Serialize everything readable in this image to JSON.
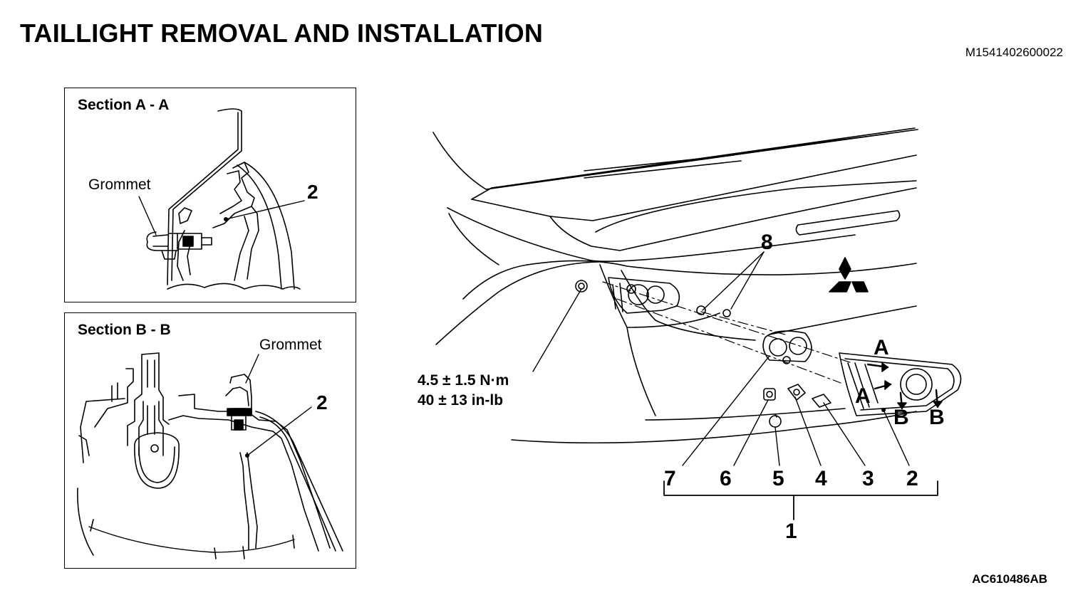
{
  "title": "TAILLIGHT REMOVAL AND INSTALLATION",
  "document_code": "M1541402600022",
  "figure_code": "AC610486AB",
  "section_a": {
    "title": "Section A - A",
    "grommet_label": "Grommet",
    "callout": "2"
  },
  "section_b": {
    "title": "Section B - B",
    "grommet_label": "Grommet",
    "callout": "2"
  },
  "torque_spec": {
    "line1": "4.5 ± 1.5 N·m",
    "line2": "40 ± 13 in-lb"
  },
  "callouts": {
    "c1": "1",
    "c2": "2",
    "c3": "3",
    "c4": "4",
    "c5": "5",
    "c6": "6",
    "c7": "7",
    "c8": "8"
  },
  "section_markers": {
    "a_top": "A",
    "a_bottom": "A",
    "b_left": "B",
    "b_right": "B"
  }
}
